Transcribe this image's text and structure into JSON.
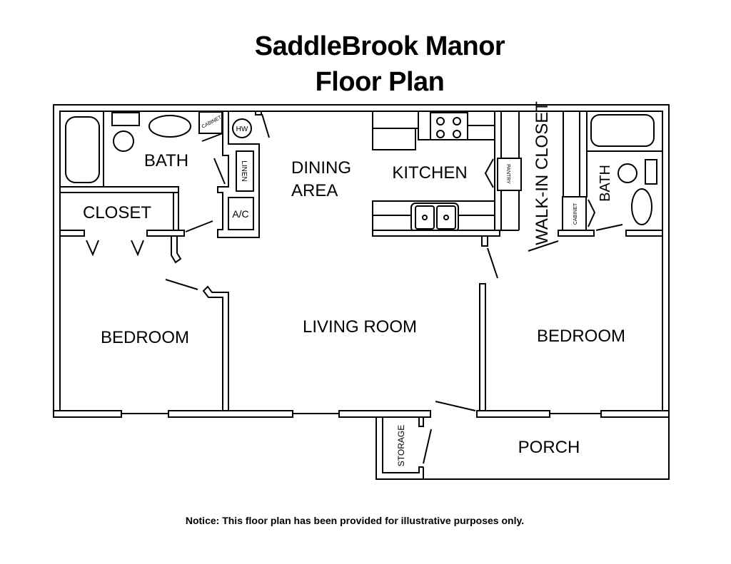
{
  "title": {
    "line1": "SaddleBrook Manor",
    "line2": "Floor Plan"
  },
  "notice": "Notice: This floor plan has been provided for illustrative purposes only.",
  "rooms": {
    "bath_left": "BATH",
    "closet": "CLOSET",
    "dining_line1": "DINING",
    "dining_line2": "AREA",
    "kitchen": "KITCHEN",
    "walk_in_closet": "WALK-IN CLOSET",
    "bath_right": "BATH",
    "living_room": "LIVING ROOM",
    "bedroom_left": "BEDROOM",
    "bedroom_right": "BEDROOM",
    "porch": "PORCH",
    "storage": "STORAGE"
  },
  "fixtures": {
    "cabinet_left": "CABINET",
    "hw": "HW",
    "linen": "LINEN",
    "ac": "A/C",
    "pantry": "PANTRY",
    "cabinet_right": "CABINET"
  }
}
